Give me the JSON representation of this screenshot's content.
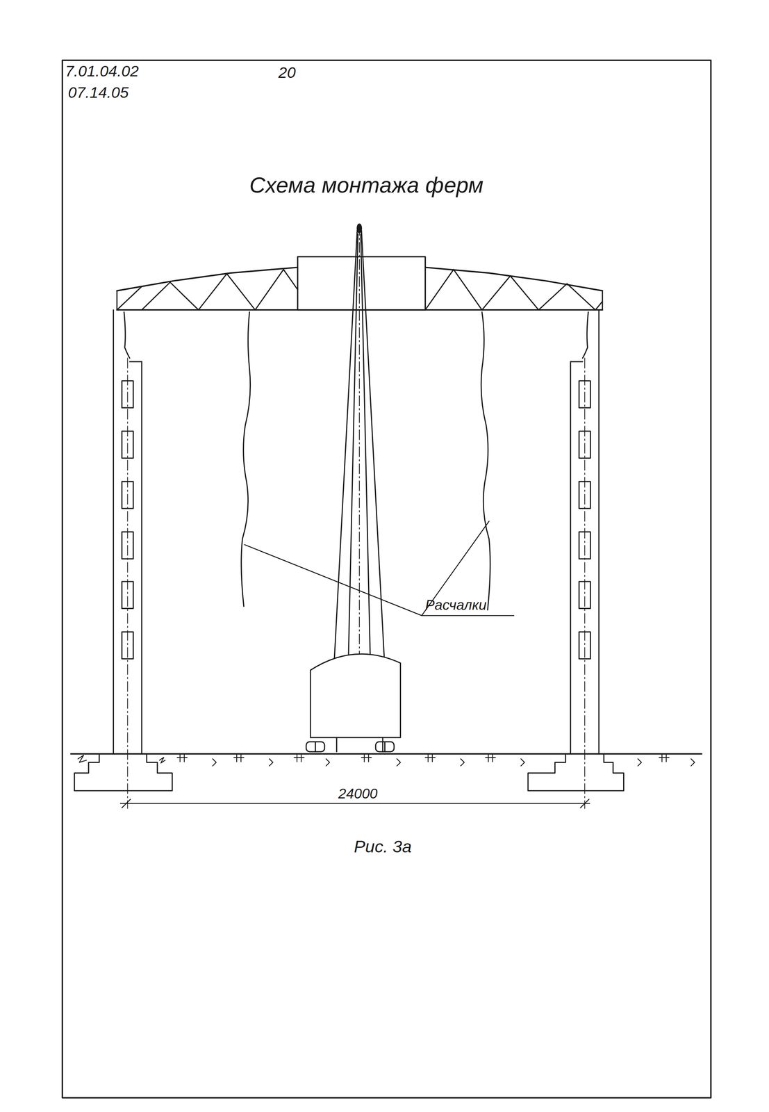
{
  "diagram": {
    "title": "Схема монтажа ферм",
    "caption": "Рис. 3а",
    "labels": [
      "7.01.04.02",
      "07.14.05",
      "20",
      "Расчалки",
      "24000"
    ]
  }
}
